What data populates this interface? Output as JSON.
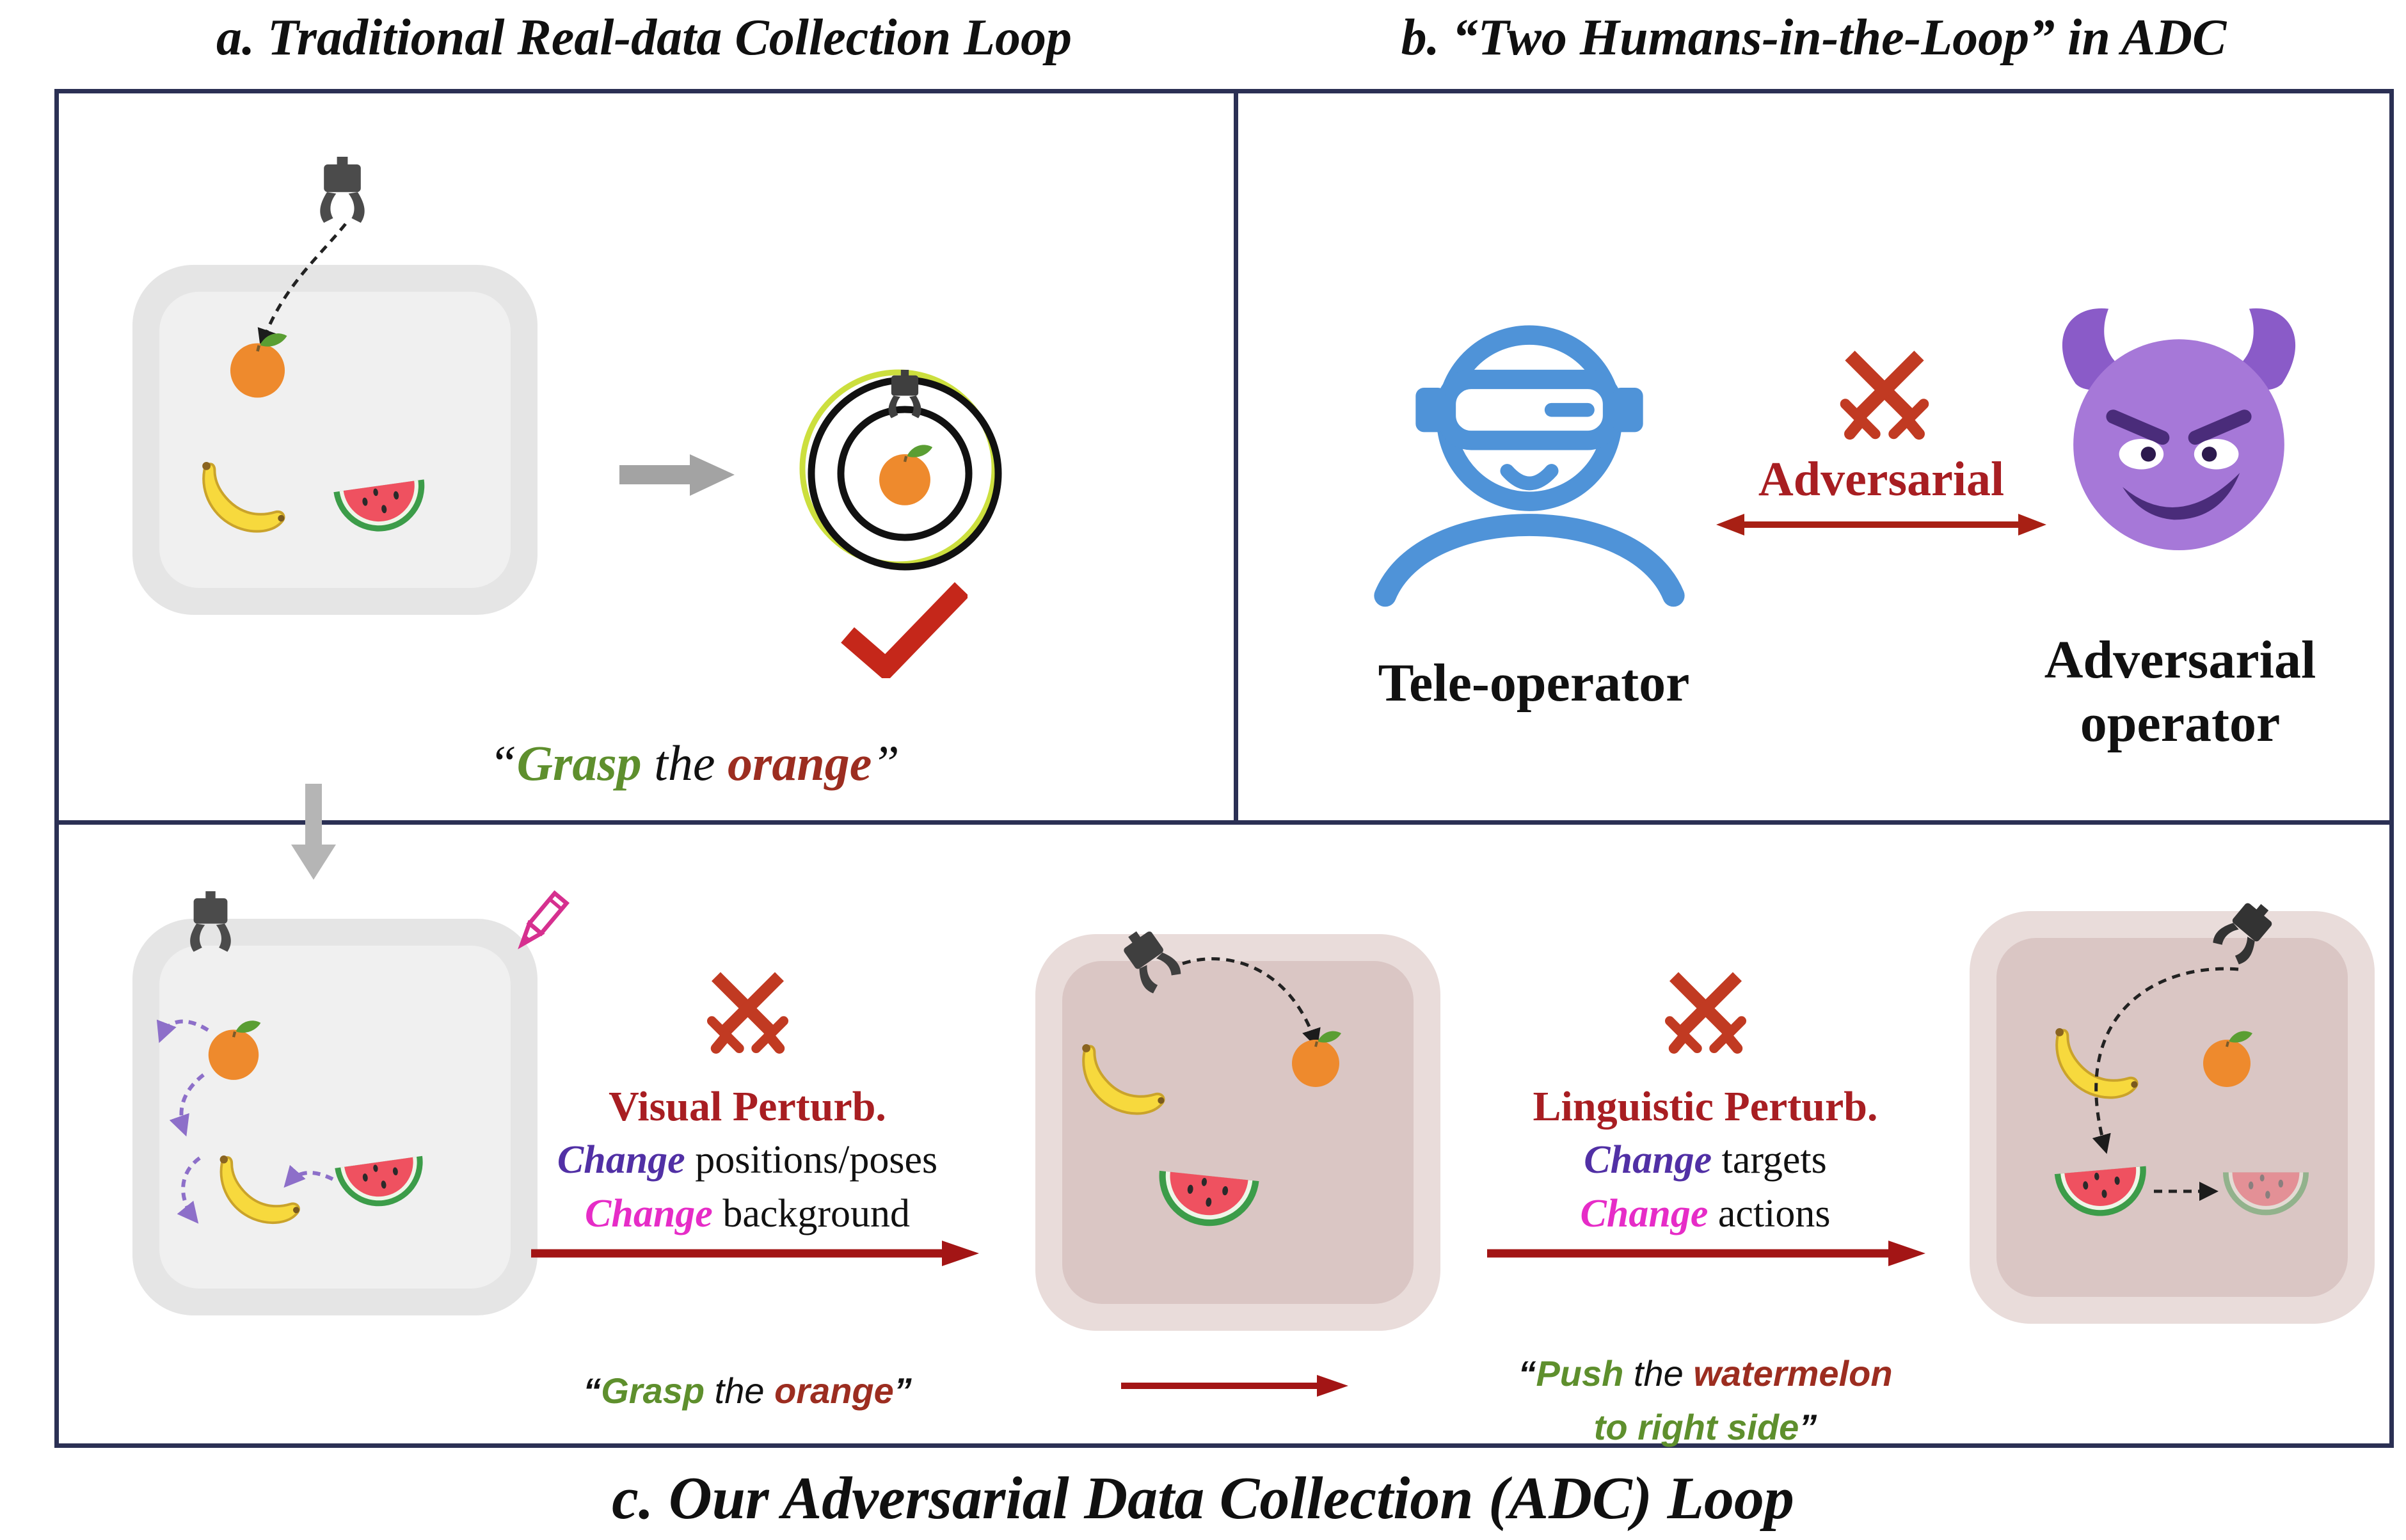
{
  "titles": {
    "a": "a. Traditional Real-data Collection Loop",
    "b": "b. “Two Humans-in-the-Loop” in ADC",
    "c": "c. Our Adversarial Data Collection (ADC) Loop"
  },
  "panel_a": {
    "caption": {
      "oq": "“",
      "verb": "Grasp",
      "mid": " the ",
      "noun": "orange",
      "cq": "”"
    }
  },
  "panel_b": {
    "adversarial_label": "Adversarial",
    "teleoperator_label": "Tele-operator",
    "adversary_line1": "Adversarial",
    "adversary_line2": "operator"
  },
  "panel_c": {
    "visual": {
      "heading": "Visual Perturb.",
      "line1_verb": "Change",
      "line1_rest": " positions/poses",
      "line2_verb": "Change",
      "line2_rest": " background"
    },
    "linguistic": {
      "heading": "Linguistic Perturb.",
      "line1_verb": "Change",
      "line1_rest": " targets",
      "line2_verb": "Change",
      "line2_rest": " actions"
    },
    "caption_mid": {
      "oq": "“",
      "verb": "Grasp",
      "mid": " the ",
      "noun": "orange",
      "cq": "”"
    },
    "caption_right": {
      "oq": "“",
      "verb": "Push",
      "mid": " the ",
      "noun": "watermelon",
      "line2": "to right side",
      "cq": "”"
    }
  },
  "icons": {
    "gripper": "robot-gripper-icon",
    "target": "grasp-target-icon",
    "checkmark": "success-check-icon",
    "crossed_swords": "adversarial-swords-icon",
    "vr_person": "teleoperator-vr-icon",
    "devil": "adversarial-devil-icon",
    "pencil": "edit-pencil-icon"
  },
  "colors": {
    "border": "#2b3054",
    "heading_red": "#a81e22",
    "arrow_red": "#a31515",
    "swords_red": "#c13a22",
    "verb_green": "#5e8f2d",
    "noun_red": "#9c2d20",
    "change_purple": "#5130a5",
    "change_magenta": "#e62cc7",
    "operator_blue": "#4f93d8",
    "devil_purple": "#a678d8",
    "check_red": "#c5271a"
  }
}
